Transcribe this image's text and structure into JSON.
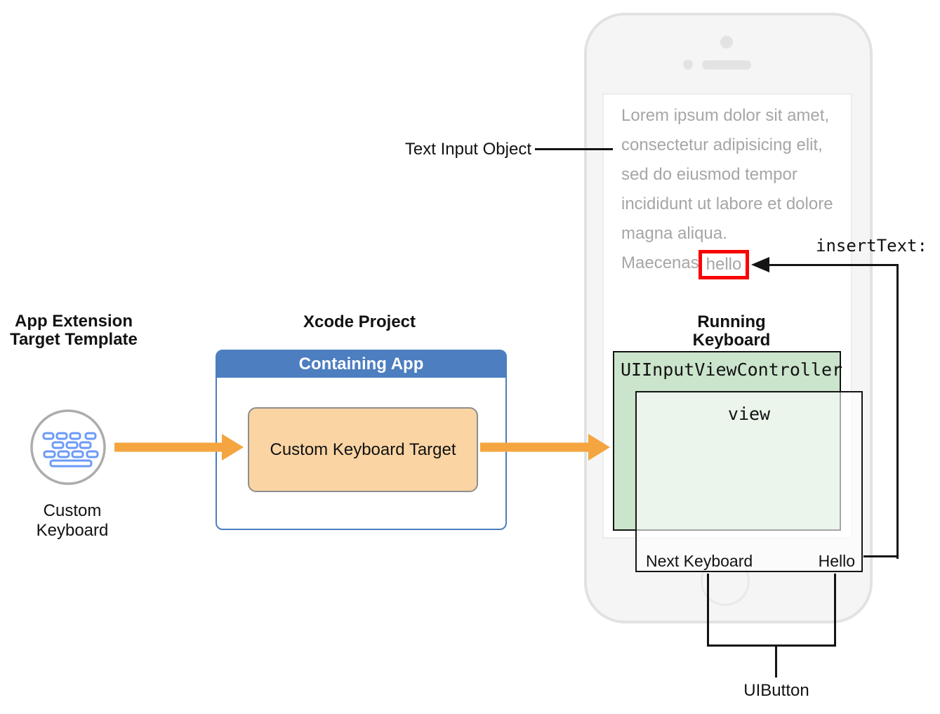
{
  "colors": {
    "accent-orange": "#F5A53F",
    "blue-header": "#4C7EC0",
    "peach-fill": "#FAD4A3",
    "green-fill": "#CBE4CC",
    "red-highlight": "#F90404",
    "gray-text": "#A6A6A6",
    "keyboard-blue": "#6B9AF7"
  },
  "left_column": {
    "title_line1": "App Extension",
    "title_line2": "Target Template",
    "icon": "custom-keyboard-icon",
    "caption_line1": "Custom",
    "caption_line2": "Keyboard"
  },
  "xcode": {
    "title": "Xcode Project",
    "containing_app_label": "Containing App",
    "custom_keyboard_target_label": "Custom Keyboard Target"
  },
  "phone": {
    "text_input_label": "Text Input Object",
    "lorem_lines": [
      "Lorem ipsum dolor sit amet,",
      "consectetur adipisicing elit,",
      "sed do eiusmod tempor",
      "incididunt ut labore et dolore",
      "magna aliqua."
    ],
    "last_line_prefix": "Maecenas",
    "inserted_word": "hello",
    "insert_text_method": "insertText:",
    "running_keyboard_title": "Running Keyboard",
    "input_view_controller_label": "UIInputViewController",
    "view_label": "view",
    "next_keyboard_label": "Next Keyboard",
    "hello_button_label": "Hello",
    "uibutton_label": "UIButton"
  }
}
